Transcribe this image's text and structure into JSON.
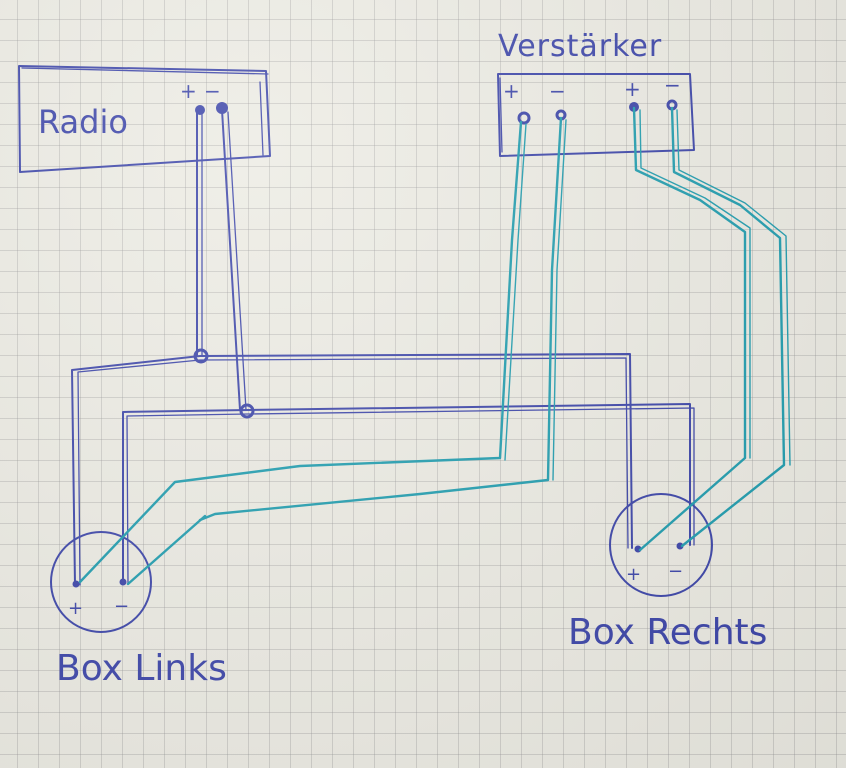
{
  "colors": {
    "ink_blue": "#3a43a8",
    "ink_teal": "#1e9cae",
    "paper": "#ecebe3"
  },
  "radio": {
    "label": "Radio",
    "plus": "+",
    "minus": "−"
  },
  "amplifier": {
    "label": "Verstärker",
    "plus_1": "+",
    "minus_1": "−",
    "plus_2": "+",
    "minus_2": "−"
  },
  "box_left": {
    "label": "Box Links",
    "plus": "+",
    "minus": "−"
  },
  "box_right": {
    "label": "Box Rechts",
    "plus": "+",
    "minus": "−"
  }
}
